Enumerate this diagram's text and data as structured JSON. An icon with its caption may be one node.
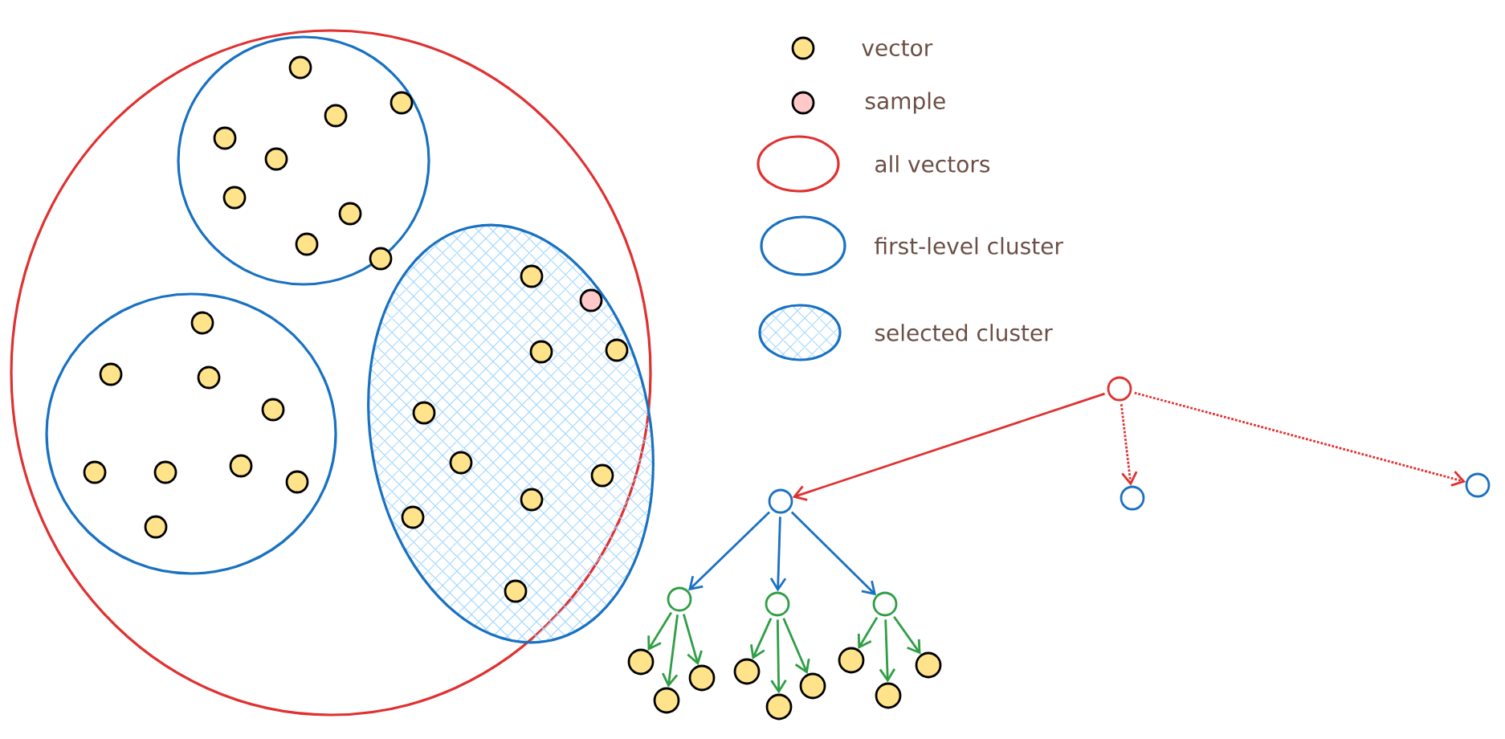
{
  "diagram": {
    "nodes": [
      {
        "text": [],
        "shape": "circle"
      },
      {
        "text": [],
        "shape": "circle"
      },
      {
        "text": [],
        "shape": "circle"
      },
      {
        "text": [],
        "shape": "circle"
      },
      {
        "text": [],
        "shape": "circle"
      },
      {
        "text": [],
        "shape": "circle"
      },
      {
        "text": [],
        "shape": "circle"
      },
      {
        "text": [],
        "shape": "circle"
      },
      {
        "text": [],
        "shape": "circle"
      },
      {
        "text": [],
        "shape": "circle"
      },
      {
        "text": [],
        "shape": "circle"
      },
      {
        "text": [],
        "shape": "circle"
      },
      {
        "text": [],
        "shape": "circle"
      },
      {
        "text": [],
        "shape": "circle"
      },
      {
        "text": [],
        "shape": "circle"
      },
      {
        "text": [],
        "shape": "circle"
      }
    ],
    "edges": [
      {
        "from": 0,
        "to": 1,
        "arrow": "to",
        "color": "#e03131"
      },
      {
        "from": 0,
        "to": 2,
        "arrow": "to",
        "style": "dashed",
        "color": "#e03131"
      },
      {
        "from": 0,
        "to": 3,
        "arrow": "to",
        "style": "dashed",
        "color": "#e03131"
      },
      {
        "from": 1,
        "to": 4,
        "arrow": "to",
        "color": "#1971c2"
      },
      {
        "from": 1,
        "to": 5,
        "arrow": "to",
        "color": "#1971c2"
      },
      {
        "from": 1,
        "to": 6,
        "arrow": "to",
        "color": "#1971c2"
      },
      {
        "from": 4,
        "to": 7,
        "arrow": "to"
      },
      {
        "from": 4,
        "to": 8,
        "arrow": "to"
      },
      {
        "from": 4,
        "to": 9,
        "arrow": "to"
      },
      {
        "from": 5,
        "to": 10,
        "arrow": "to"
      },
      {
        "from": 5,
        "to": 11,
        "arrow": "to"
      },
      {
        "from": 5,
        "to": 12,
        "arrow": "to"
      },
      {
        "from": 6,
        "to": 13,
        "arrow": "to"
      },
      {
        "from": 6,
        "to": 14,
        "arrow": "to"
      },
      {
        "from": 6,
        "to": 15,
        "arrow": "to"
      }
    ],
    "legend": [
      {
        "text": "vector"
      },
      {
        "text": "sample"
      },
      {
        "text": "all vectors"
      },
      {
        "text": "first-level cluster"
      },
      {
        "text": "selected cluster"
      }
    ]
  }
}
